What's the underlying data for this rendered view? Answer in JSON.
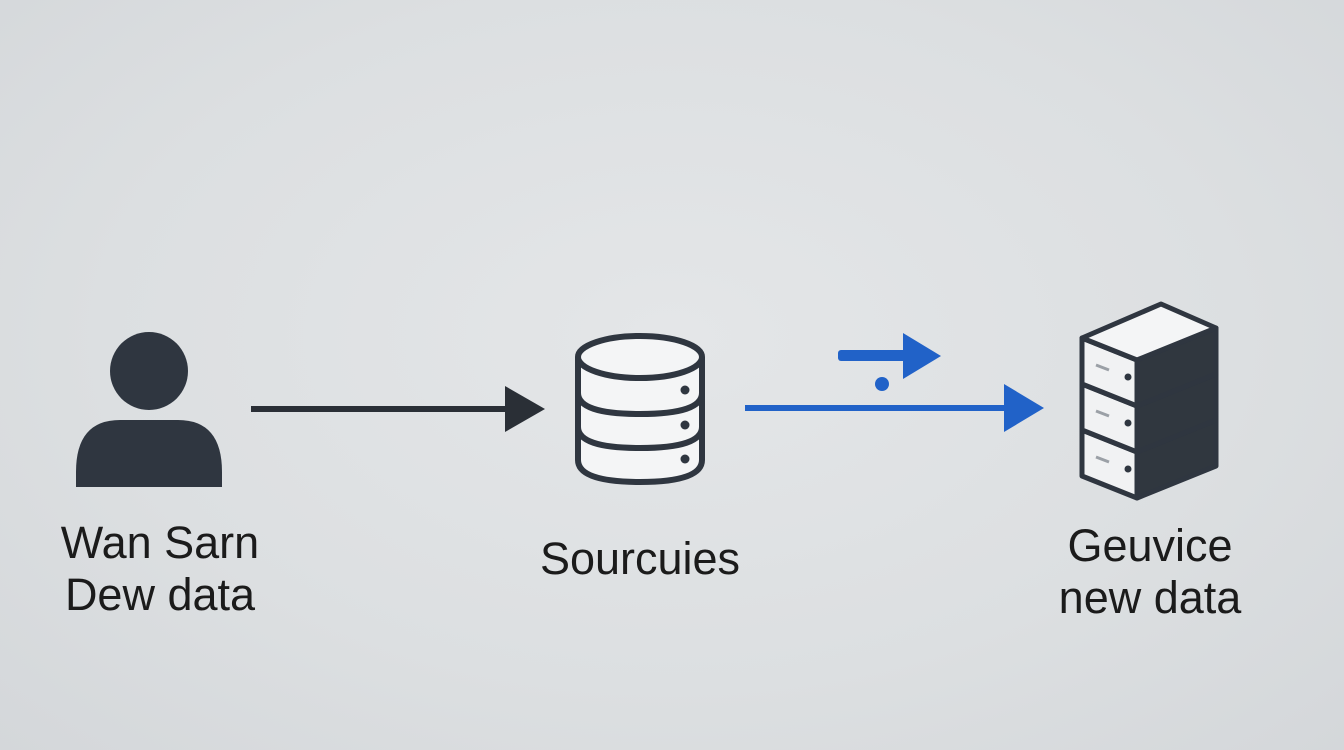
{
  "nodes": {
    "user": {
      "icon": "person-icon",
      "line1": "Wan Sarn",
      "line2": "Dew data"
    },
    "source": {
      "icon": "database-icon",
      "line1": "Sourcuies"
    },
    "service": {
      "icon": "server-stack-icon",
      "line1": "Geuvice",
      "line2": "new data"
    }
  },
  "colors": {
    "icon": "#2f3640",
    "arrow_dark": "#2a2f36",
    "arrow_blue": "#2162c8",
    "text": "#1b1b1b"
  }
}
